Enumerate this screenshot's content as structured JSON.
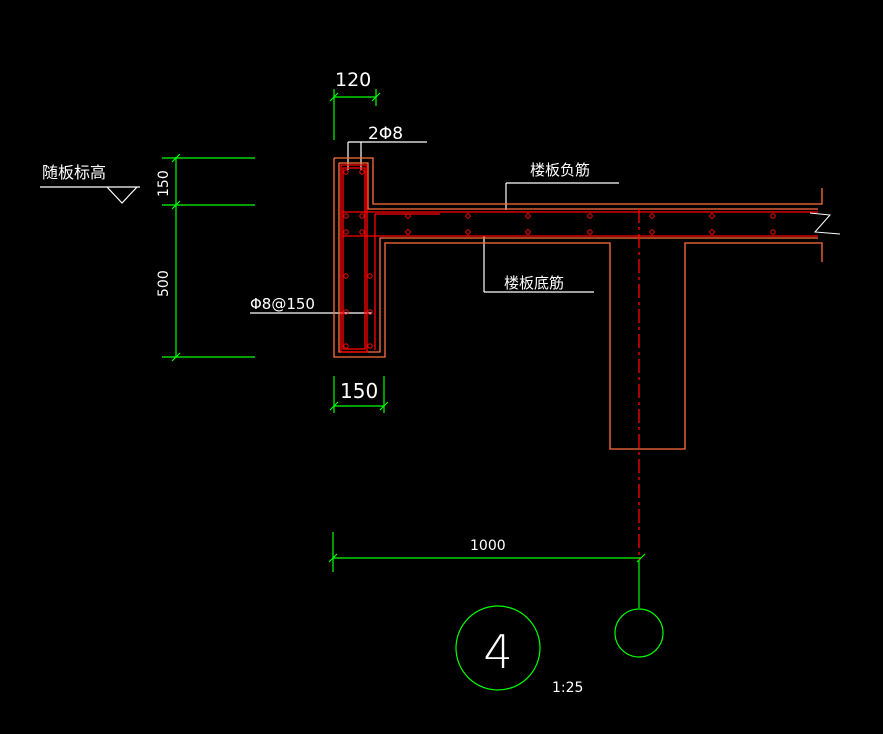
{
  "labels": {
    "top_width": "120",
    "top_bar": "2Φ8",
    "slab_elev": "随板标高",
    "slab_neg": "楼板负筋",
    "dim_150": "150",
    "dim_500": "500",
    "stirrup": "Φ8@150",
    "slab_bottom": "楼板底筋",
    "bottom_width": "150",
    "span": "1000",
    "detail_no": "4",
    "scale": "1:25"
  },
  "colors": {
    "background": "#000000",
    "dimension": "#00ff00",
    "annotation": "#ffffff",
    "concrete": "#ff6f3f",
    "rebar": "#ff0000",
    "axis": "#ff0000"
  }
}
